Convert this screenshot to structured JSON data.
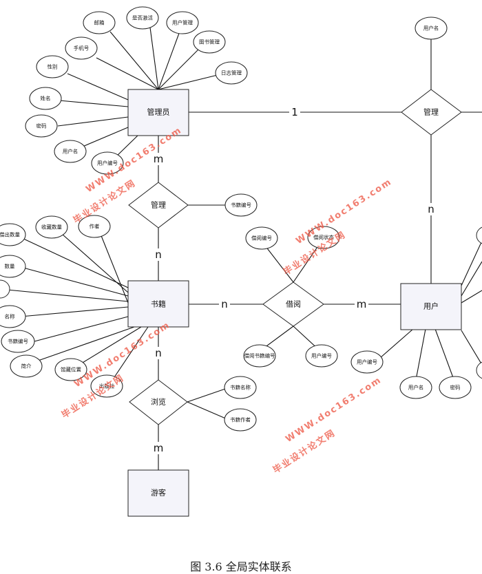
{
  "entities": {
    "admin": "管理员",
    "book": "书籍",
    "user": "用户",
    "visitor": "游客"
  },
  "relations": {
    "manage_top": "管理",
    "manage_mid": "管理",
    "borrow": "借阅",
    "browse": "浏览"
  },
  "admin_attrs": [
    "邮箱",
    "是否激活",
    "用户管理",
    "手机号",
    "图书管理",
    "性别",
    "日志管理",
    "姓名",
    "密码",
    "用户名",
    "用户编号"
  ],
  "manage_mid_attrs": [
    "书籍编号"
  ],
  "book_attrs": [
    "借出数量",
    "收藏数量",
    "作者",
    "数量",
    "名称",
    "书籍编号",
    "简介",
    "馆藏位置",
    "出版社"
  ],
  "borrow_attrs": [
    "借阅编号",
    "借阅状态",
    "借阅书籍编号",
    "用户编号"
  ],
  "browse_attrs": [
    "书籍名称",
    "书籍作者"
  ],
  "user_attrs": [
    "用户编号",
    "用户名",
    "密码"
  ],
  "top_right_attrs": [
    "用户名"
  ],
  "cardinalities": {
    "admin_manage_top": "1",
    "manage_top_user": "n",
    "admin_manage_mid": "m",
    "manage_mid_book": "n",
    "book_borrow": "n",
    "borrow_user": "m",
    "book_browse": "n",
    "browse_visitor": "m"
  },
  "watermark": {
    "line1": "毕业设计论文网",
    "line2": "WWW.doc163.com"
  },
  "caption": "图 3.6  全局实体联系"
}
